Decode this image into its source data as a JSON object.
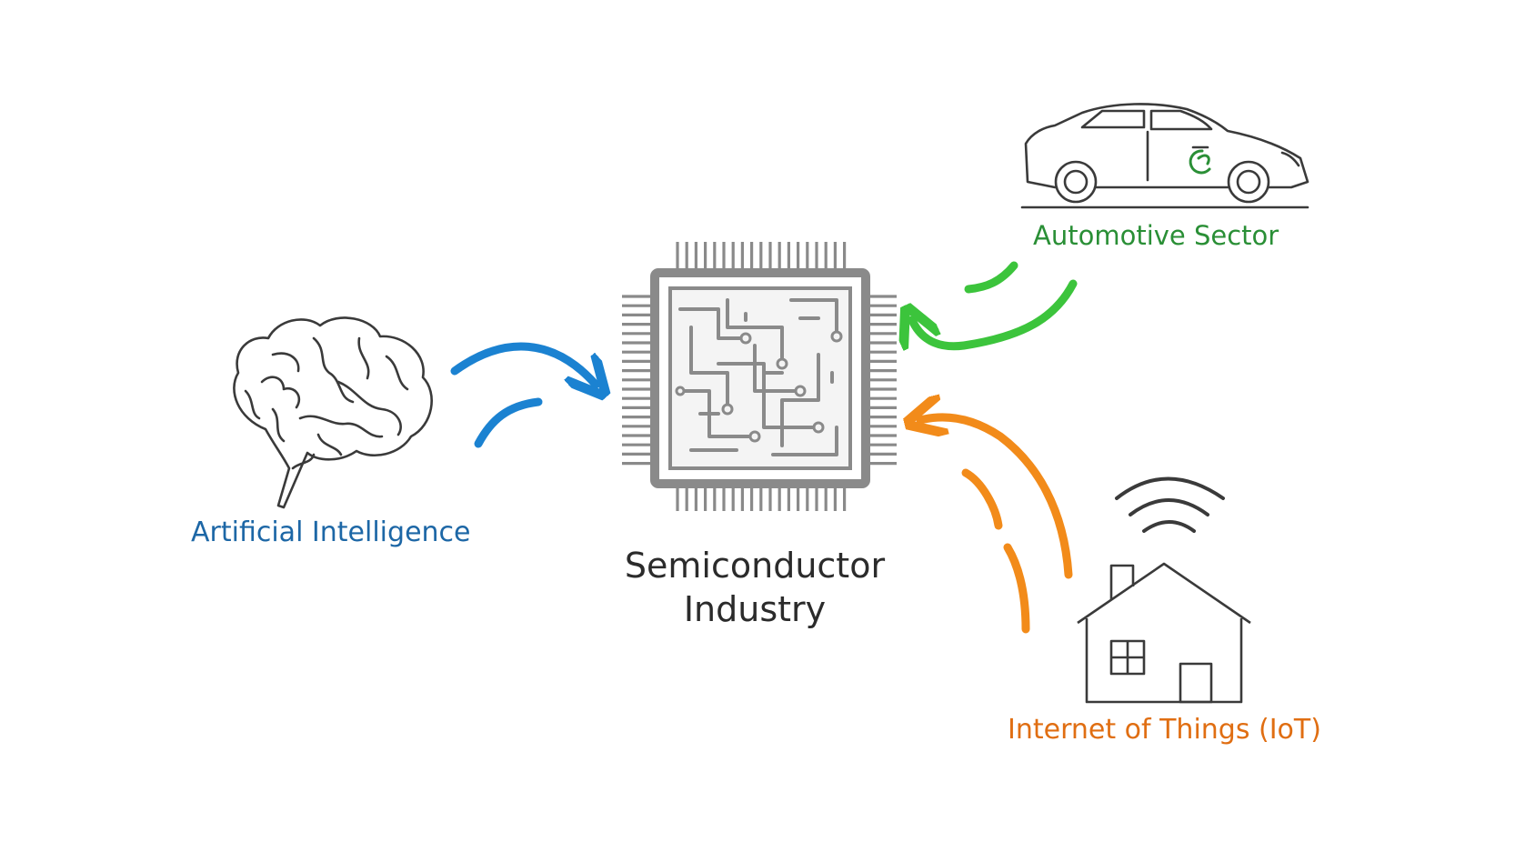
{
  "center": {
    "line1": "Semiconductor",
    "line2": "Industry"
  },
  "nodes": {
    "ai": {
      "label": "Artificial Intelligence",
      "color": "#1d67a6",
      "arrow_color": "#1b82d1"
    },
    "auto": {
      "label": "Automotive Sector",
      "color": "#2a8f36",
      "arrow_color": "#3cc43c"
    },
    "iot": {
      "label": "Internet of Things (IoT)",
      "color": "#e06e12",
      "arrow_color": "#f28b1a"
    }
  },
  "icons": {
    "chip": "chip-icon",
    "brain": "brain-icon",
    "car": "car-icon",
    "house": "house-icon",
    "wifi": "wifi-icon"
  },
  "colors": {
    "chip": "#8a8a8a",
    "outline": "#3a3a3a"
  }
}
